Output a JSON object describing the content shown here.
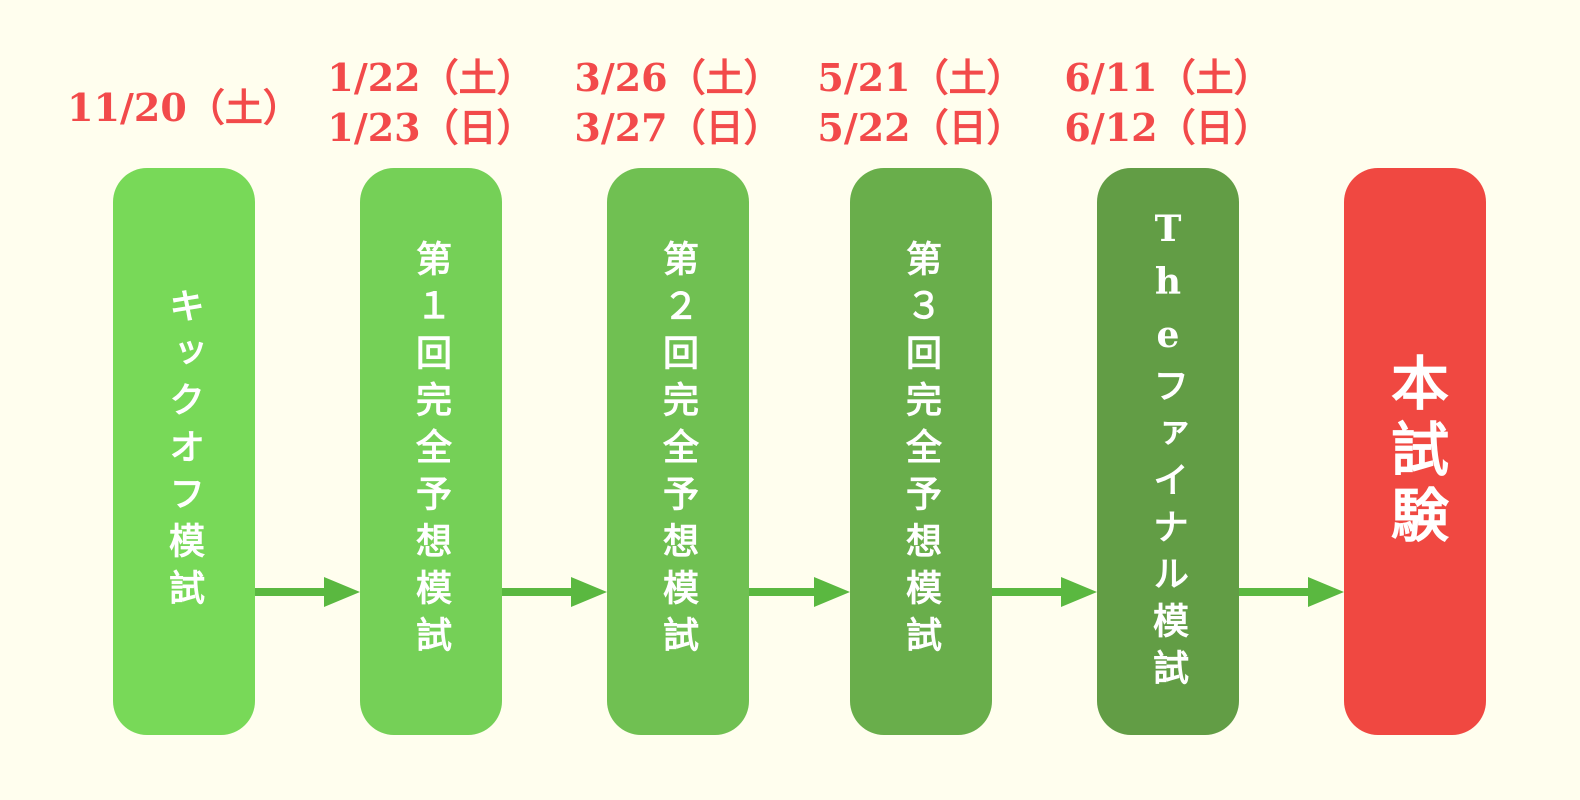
{
  "steps": [
    {
      "dates": [
        "11/20（土）"
      ],
      "label": "キックオフ模試",
      "color": "#78d958"
    },
    {
      "dates": [
        "1/22（土）",
        "1/23（日）"
      ],
      "label": "第１回完全予想模試",
      "color": "#75d057"
    },
    {
      "dates": [
        "3/26（土）",
        "3/27（日）"
      ],
      "label": "第２回完全予想模試",
      "color": "#70c052"
    },
    {
      "dates": [
        "5/21（土）",
        "5/22（日）"
      ],
      "label": "第３回完全予想模試",
      "color": "#69ae4b"
    },
    {
      "dates": [
        "6/11（土）",
        "6/12（日）"
      ],
      "label": "Theファイナル模試",
      "color": "#629d45"
    },
    {
      "dates": [],
      "label": "本試験",
      "color": "#f04841"
    }
  ],
  "colors": {
    "date_text": "#f24a4a",
    "arrow": "#5ab840",
    "background": "#fffeee"
  }
}
